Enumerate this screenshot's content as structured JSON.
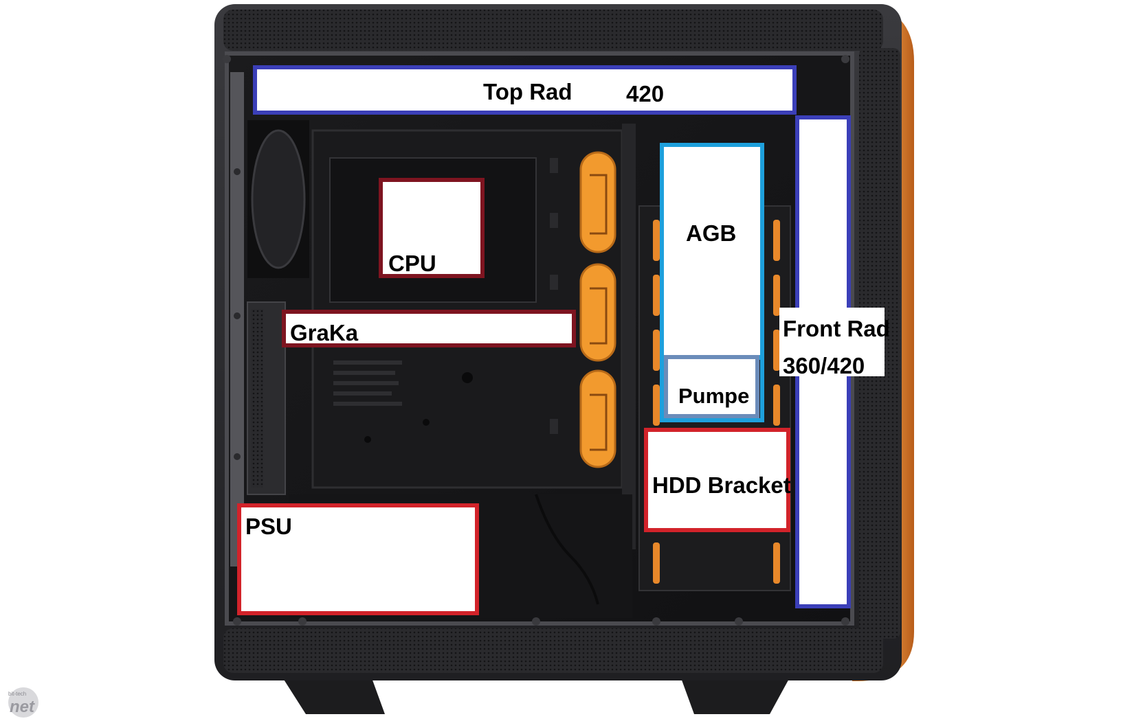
{
  "labels": {
    "top_rad": "Top Rad",
    "top_rad_size": "420",
    "front_rad": "Front Rad",
    "front_rad_size": "360/420",
    "cpu": "CPU",
    "graka": "GraKa",
    "agb": "AGB",
    "pumpe": "Pumpe",
    "hdd_bracket": "HDD Bracket",
    "psu": "PSU"
  },
  "colors": {
    "radiator_outline": "#3b3fb8",
    "cpu_gpu_outline": "#7e1420",
    "agb_outline": "#1ea0dc",
    "pumpe_outline": "#6b8cba",
    "hdd_psu_outline": "#d2232a",
    "case_body": "#2b2b2e",
    "case_accent": "#e08a3c",
    "cable_grommet": "#f29a2e"
  },
  "logo": {
    "text": "bit-tech",
    "subtext": "net"
  }
}
